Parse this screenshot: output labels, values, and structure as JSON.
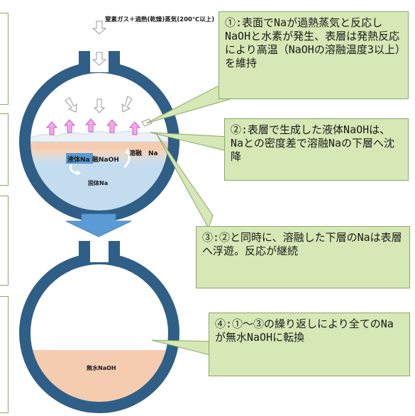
{
  "gas_inlet_label": "窒素ガス＋過熱(乾燥)蒸気(200℃以上)",
  "top_vessel": {
    "liquid_na_label": "液体Na",
    "molten_naoh_label": "融NaOH",
    "melt_label": "溶融",
    "na_label": "Na",
    "solid_na_label": "固体Na"
  },
  "bottom_vessel": {
    "anhydrous_naoh_label": "無水NaOH"
  },
  "callouts": [
    "①:表面でNaが過熱蒸気と反応しNaOHと水素が発生、表層は発熱反応により高温（NaOHの溶融温度3以上）を維持",
    "②:表層で生成した液体NaOHは、Naとの密度差で溶融Naの下層へ沈降",
    "③:②と同時に、溶融した下層のNaは表層へ浮遊。反応が継続",
    "④:①～③の繰り返しにより全てのNaが無水NaOHに転換"
  ],
  "colors": {
    "vessel_wall": "#2f5f86",
    "liquid_na": "#f5ccb0",
    "solid_na": "#c3ddef",
    "naoh": "#f5ccb0",
    "callout_fill": "#d6e8b5",
    "flow_arrow": "#5b9bd5",
    "hydrogen_arrow": "#e377d9"
  }
}
